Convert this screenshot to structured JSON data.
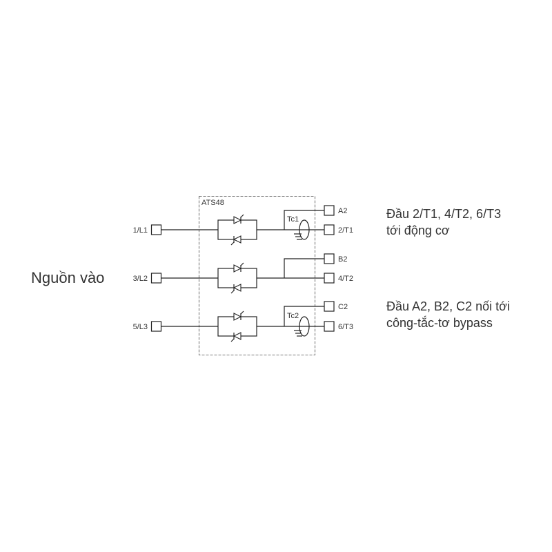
{
  "source_label": "Nguồn vào",
  "device_label": "ATS48",
  "phases": [
    {
      "input": "1/L1",
      "bypass": "A2",
      "output": "2/T1",
      "ct": "Tc1"
    },
    {
      "input": "3/L2",
      "bypass": "B2",
      "output": "4/T2"
    },
    {
      "input": "5/L3",
      "bypass": "C2",
      "output": "6/T3",
      "ct": "Tc2"
    }
  ],
  "notes": {
    "output_terminals": [
      "Đầu 2/T1, 4/T2, 6/T3",
      "tới động cơ"
    ],
    "bypass_terminals": [
      "Đầu A2, B2, C2 nối tới",
      "công-tắc-tơ bypass"
    ]
  }
}
